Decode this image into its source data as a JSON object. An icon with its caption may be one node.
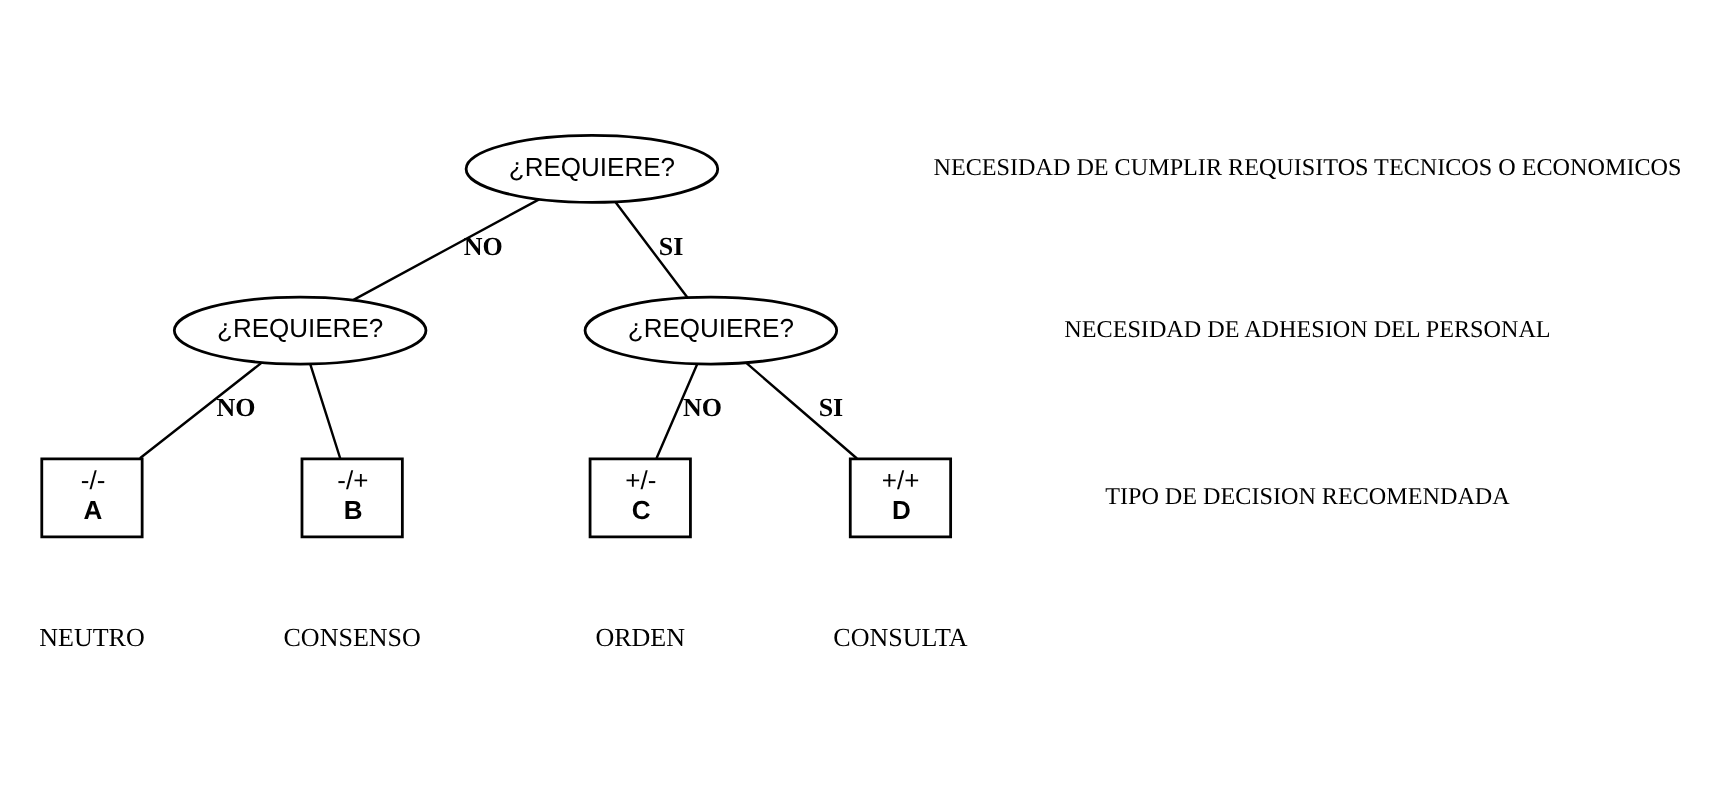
{
  "diagram": {
    "nodes": [
      {
        "text": [
          "¿REQUIERE?"
        ]
      },
      {
        "text": [
          "¿REQUIERE?"
        ]
      },
      {
        "text": [
          "¿REQUIERE?"
        ]
      },
      {
        "text": [
          "-/-",
          "A"
        ],
        "beside": [
          "NEUTRO"
        ]
      },
      {
        "text": [
          "-/+",
          "B"
        ],
        "beside": [
          "CONSENSO"
        ]
      },
      {
        "text": [
          "+/-",
          "C"
        ],
        "beside": [
          "ORDEN"
        ]
      },
      {
        "text": [
          "+/+",
          "D"
        ],
        "beside": [
          "CONSULTA"
        ]
      }
    ],
    "edges": [
      {
        "from": 0,
        "to": 1,
        "arrow": "none",
        "label": "NO"
      },
      {
        "from": 0,
        "to": 2,
        "arrow": "none",
        "label": "SI"
      },
      {
        "from": 1,
        "to": 3,
        "arrow": "none",
        "label": "NO"
      },
      {
        "from": 1,
        "to": 4,
        "arrow": "none"
      },
      {
        "from": 2,
        "to": 5,
        "arrow": "none",
        "label": "NO"
      },
      {
        "from": 2,
        "to": 6,
        "arrow": "none",
        "label": "SI"
      }
    ],
    "labels": [
      "NECESIDAD DE CUMPLIR REQUISITOS TECNICOS O ECONOMICOS",
      "NECESIDAD DE ADHESION DEL PERSONAL",
      "TIPO DE DECISION RECOMENDADA"
    ]
  }
}
